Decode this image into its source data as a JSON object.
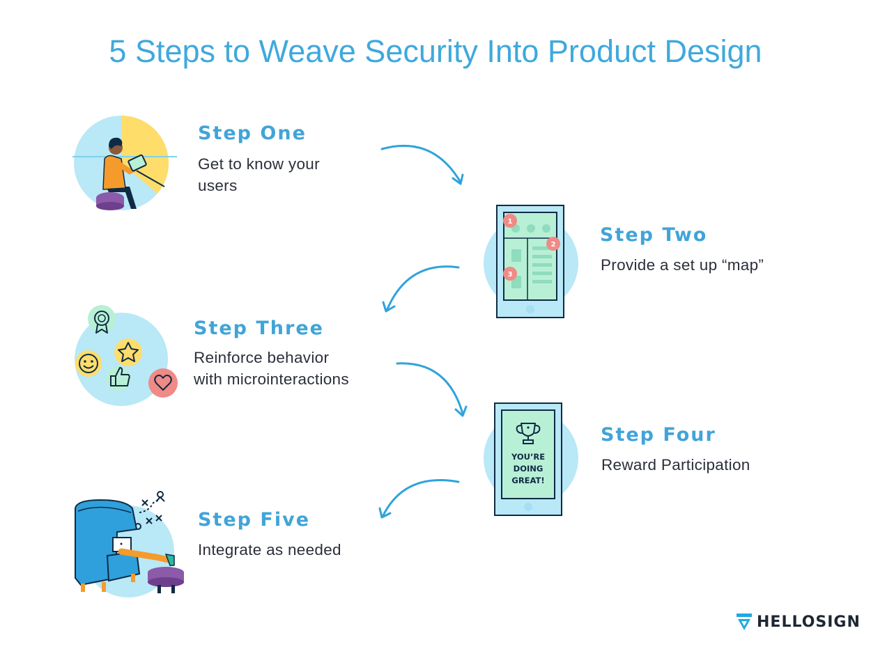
{
  "title": "5 Steps to Weave Security Into Product Design",
  "steps": [
    {
      "heading": "Step One",
      "text_lines": [
        "Get to know your",
        "users"
      ]
    },
    {
      "heading": "Step Two",
      "text_lines": [
        "Provide a set up “map”"
      ]
    },
    {
      "heading": "Step Three",
      "text_lines": [
        "Reinforce behavior",
        "with microinteractions"
      ]
    },
    {
      "heading": "Step Four",
      "text_lines": [
        "Reward Participation"
      ]
    },
    {
      "heading": "Step Five",
      "text_lines": [
        "Integrate as needed"
      ]
    }
  ],
  "phone_map": {
    "markers": [
      "1",
      "2",
      "3"
    ]
  },
  "phone_reward": {
    "lines": [
      "YOU’RE",
      "DOING",
      "GREAT!"
    ]
  },
  "brand": {
    "name": "HELLOSIGN"
  },
  "colors": {
    "title_blue": "#3fa9dc",
    "heading_blue": "#41a4d8",
    "circle_light_blue": "#b9e8f7",
    "mint": "#b8f0d6",
    "yellow": "#fedd6b",
    "coral": "#f08a86",
    "orange": "#f59b2b",
    "navy": "#0f2a44"
  },
  "icons": [
    "person-with-tablet",
    "phone-map",
    "award-icon",
    "star-icon",
    "smiley-icon",
    "thumbs-up-icon",
    "heart-icon",
    "trophy-icon",
    "armchair-person",
    "play-diagram-icon",
    "hellosign-logo-icon"
  ]
}
